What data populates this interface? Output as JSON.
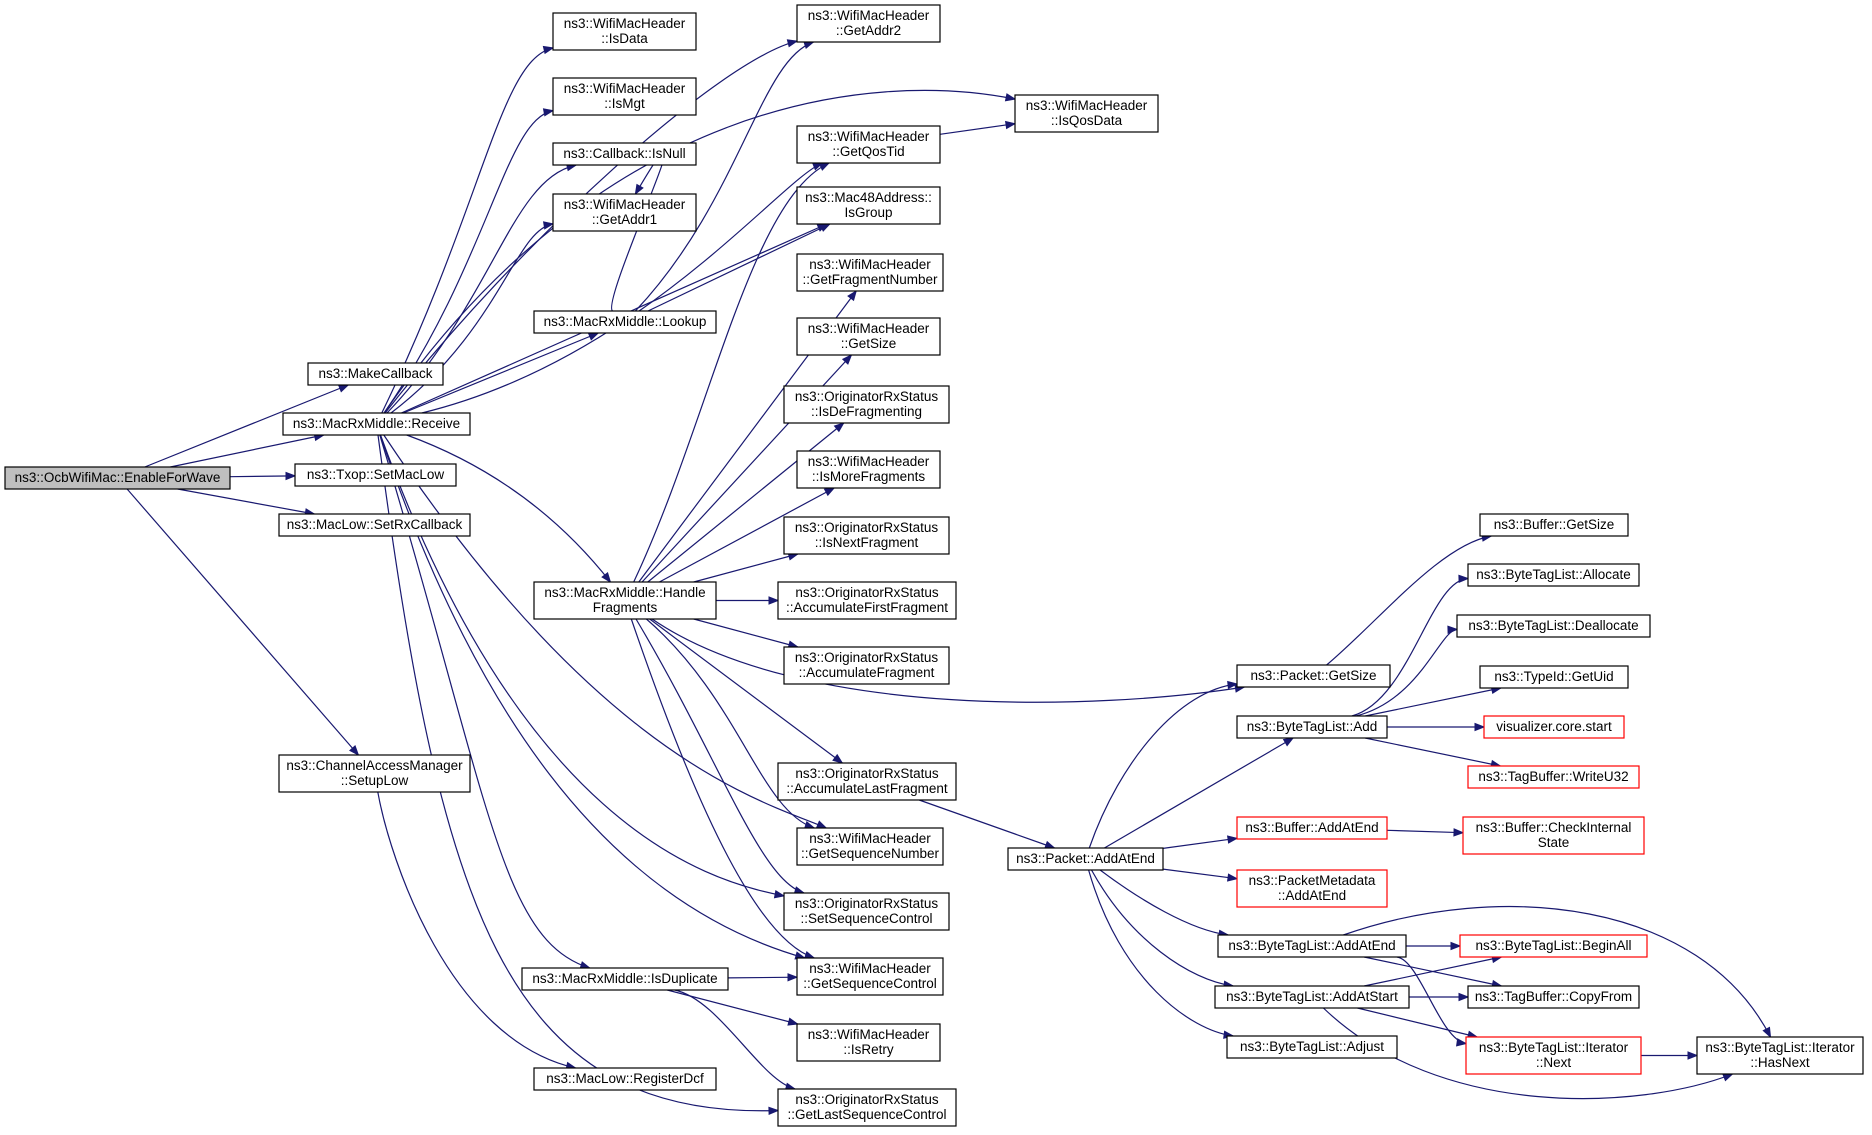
{
  "nodes": [
    {
      "id": "enableforwave",
      "lines": [
        "ns3::OcbWifiMac::EnableForWave"
      ],
      "style": "root"
    },
    {
      "id": "makecallback",
      "lines": [
        "ns3::MakeCallback"
      ],
      "style": "normal"
    },
    {
      "id": "receive",
      "lines": [
        "ns3::MacRxMiddle::Receive"
      ],
      "style": "normal"
    },
    {
      "id": "setmaclow",
      "lines": [
        "ns3::Txop::SetMacLow"
      ],
      "style": "normal"
    },
    {
      "id": "setrxcallback",
      "lines": [
        "ns3::MacLow::SetRxCallback"
      ],
      "style": "normal"
    },
    {
      "id": "setuplow",
      "lines": [
        "ns3::ChannelAccessManager",
        "::SetupLow"
      ],
      "style": "normal"
    },
    {
      "id": "isdata",
      "lines": [
        "ns3::WifiMacHeader",
        "::IsData"
      ],
      "style": "normal"
    },
    {
      "id": "ismgt",
      "lines": [
        "ns3::WifiMacHeader",
        "::IsMgt"
      ],
      "style": "normal"
    },
    {
      "id": "isnull",
      "lines": [
        "ns3::Callback::IsNull"
      ],
      "style": "normal"
    },
    {
      "id": "getaddr1",
      "lines": [
        "ns3::WifiMacHeader",
        "::GetAddr1"
      ],
      "style": "normal"
    },
    {
      "id": "lookup",
      "lines": [
        "ns3::MacRxMiddle::Lookup"
      ],
      "style": "normal"
    },
    {
      "id": "handlefragments",
      "lines": [
        "ns3::MacRxMiddle::Handle",
        "Fragments"
      ],
      "style": "normal"
    },
    {
      "id": "isduplicate",
      "lines": [
        "ns3::MacRxMiddle::IsDuplicate"
      ],
      "style": "normal"
    },
    {
      "id": "registerdcf",
      "lines": [
        "ns3::MacLow::RegisterDcf"
      ],
      "style": "normal"
    },
    {
      "id": "getaddr2",
      "lines": [
        "ns3::WifiMacHeader",
        "::GetAddr2"
      ],
      "style": "normal"
    },
    {
      "id": "getqostid",
      "lines": [
        "ns3::WifiMacHeader",
        "::GetQosTid"
      ],
      "style": "normal"
    },
    {
      "id": "isgroup",
      "lines": [
        "ns3::Mac48Address::",
        "IsGroup"
      ],
      "style": "normal"
    },
    {
      "id": "getfragmentnumber",
      "lines": [
        "ns3::WifiMacHeader",
        "::GetFragmentNumber"
      ],
      "style": "normal"
    },
    {
      "id": "hdrgetsize",
      "lines": [
        "ns3::WifiMacHeader",
        "::GetSize"
      ],
      "style": "normal"
    },
    {
      "id": "isdefragmenting",
      "lines": [
        "ns3::OriginatorRxStatus",
        "::IsDeFragmenting"
      ],
      "style": "normal"
    },
    {
      "id": "ismorefragments",
      "lines": [
        "ns3::WifiMacHeader",
        "::IsMoreFragments"
      ],
      "style": "normal"
    },
    {
      "id": "isnextfragment",
      "lines": [
        "ns3::OriginatorRxStatus",
        "::IsNextFragment"
      ],
      "style": "normal"
    },
    {
      "id": "accumfirst",
      "lines": [
        "ns3::OriginatorRxStatus",
        "::AccumulateFirstFragment"
      ],
      "style": "normal"
    },
    {
      "id": "accumfrag",
      "lines": [
        "ns3::OriginatorRxStatus",
        "::AccumulateFragment"
      ],
      "style": "normal"
    },
    {
      "id": "accumlast",
      "lines": [
        "ns3::OriginatorRxStatus",
        "::AccumulateLastFragment"
      ],
      "style": "normal"
    },
    {
      "id": "getseqnum",
      "lines": [
        "ns3::WifiMacHeader",
        "::GetSequenceNumber"
      ],
      "style": "normal"
    },
    {
      "id": "setseqctrl",
      "lines": [
        "ns3::OriginatorRxStatus",
        "::SetSequenceControl"
      ],
      "style": "normal"
    },
    {
      "id": "getseqctrl",
      "lines": [
        "ns3::WifiMacHeader",
        "::GetSequenceControl"
      ],
      "style": "normal"
    },
    {
      "id": "isretry",
      "lines": [
        "ns3::WifiMacHeader",
        "::IsRetry"
      ],
      "style": "normal"
    },
    {
      "id": "getlastseqctrl",
      "lines": [
        "ns3::OriginatorRxStatus",
        "::GetLastSequenceControl"
      ],
      "style": "normal"
    },
    {
      "id": "isqosdata",
      "lines": [
        "ns3::WifiMacHeader",
        "::IsQosData"
      ],
      "style": "normal"
    },
    {
      "id": "packetgetsize",
      "lines": [
        "ns3::Packet::GetSize"
      ],
      "style": "normal"
    },
    {
      "id": "bytetaglistadd",
      "lines": [
        "ns3::ByteTagList::Add"
      ],
      "style": "normal"
    },
    {
      "id": "bufferaddatend",
      "lines": [
        "ns3::Buffer::AddAtEnd"
      ],
      "style": "red"
    },
    {
      "id": "packetaddatend",
      "lines": [
        "ns3::Packet::AddAtEnd"
      ],
      "style": "normal"
    },
    {
      "id": "pmaddatend",
      "lines": [
        "ns3::PacketMetadata",
        "::AddAtEnd"
      ],
      "style": "red"
    },
    {
      "id": "btladdatend",
      "lines": [
        "ns3::ByteTagList::AddAtEnd"
      ],
      "style": "normal"
    },
    {
      "id": "btladdatstart",
      "lines": [
        "ns3::ByteTagList::AddAtStart"
      ],
      "style": "normal"
    },
    {
      "id": "btladjust",
      "lines": [
        "ns3::ByteTagList::Adjust"
      ],
      "style": "normal"
    },
    {
      "id": "buffergetsize",
      "lines": [
        "ns3::Buffer::GetSize"
      ],
      "style": "normal"
    },
    {
      "id": "btlallocate",
      "lines": [
        "ns3::ByteTagList::Allocate"
      ],
      "style": "normal"
    },
    {
      "id": "btldeallocate",
      "lines": [
        "ns3::ByteTagList::Deallocate"
      ],
      "style": "normal"
    },
    {
      "id": "typeidgetuid",
      "lines": [
        "ns3::TypeId::GetUid"
      ],
      "style": "normal"
    },
    {
      "id": "vizstart",
      "lines": [
        "visualizer.core.start"
      ],
      "style": "red"
    },
    {
      "id": "tbwriteu32",
      "lines": [
        "ns3::TagBuffer::WriteU32"
      ],
      "style": "red"
    },
    {
      "id": "checkinternal",
      "lines": [
        "ns3::Buffer::CheckInternal",
        "State"
      ],
      "style": "red"
    },
    {
      "id": "btlbeginall",
      "lines": [
        "ns3::ByteTagList::BeginAll"
      ],
      "style": "red"
    },
    {
      "id": "tbcopyfrom",
      "lines": [
        "ns3::TagBuffer::CopyFrom"
      ],
      "style": "normal"
    },
    {
      "id": "iternext",
      "lines": [
        "ns3::ByteTagList::Iterator",
        "::Next"
      ],
      "style": "red"
    },
    {
      "id": "iterhasnext",
      "lines": [
        "ns3::ByteTagList::Iterator",
        "::HasNext"
      ],
      "style": "normal"
    }
  ],
  "colors": {
    "edge": "#191970",
    "root_fill": "#bfbfbf",
    "node_border": "#000000",
    "red_border": "#ff0000",
    "background": "#ffffff"
  }
}
